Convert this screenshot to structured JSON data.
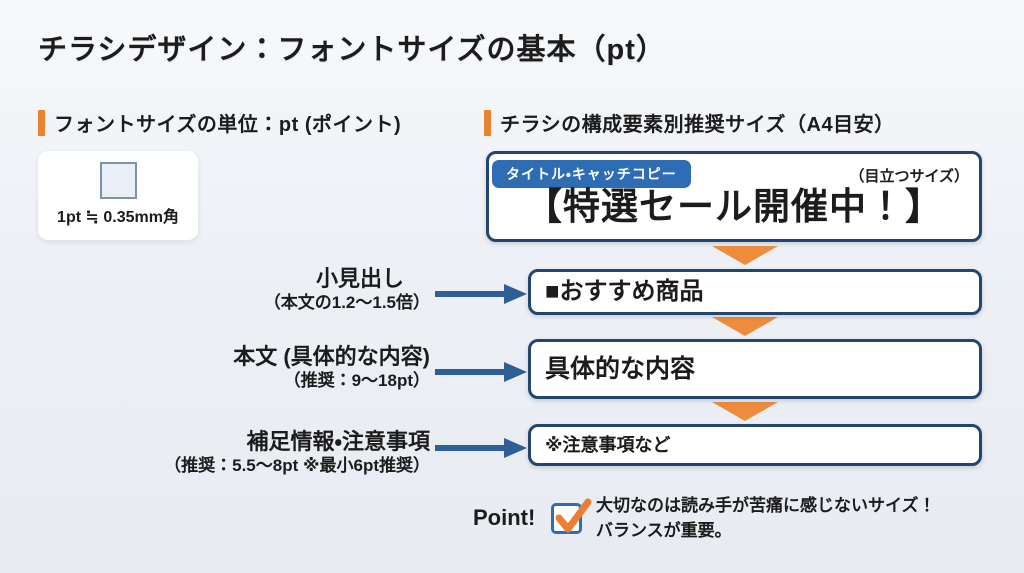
{
  "page": {
    "title": "チラシデザイン：フォントサイズの基本（pt）"
  },
  "left_section": {
    "heading": "フォントサイズの単位：pt (ポイント)",
    "pt_card": {
      "caption": "1pt ≒ 0.35mm角"
    }
  },
  "right_section": {
    "heading": "チラシの構成要素別推奨サイズ（A4目安）",
    "title_box": {
      "badge": "タイトル・キャッチコピー",
      "note": "（目立つサイズ）",
      "sample": "【特選セール開催中！】"
    },
    "rows": [
      {
        "label": "小見出し",
        "sublabel": "（本文の1.2～1.5倍）",
        "box": "■おすすめ商品"
      },
      {
        "label": "本文 (具体的な内容)",
        "sublabel": "（推奨：9～18pt）",
        "box": "具体的な内容"
      },
      {
        "label": "補足情報・注意事項",
        "sublabel": "（推奨：5.5～8pt ※最小6pt推奨）",
        "box": "※注意事項など"
      }
    ],
    "point": {
      "label": "Point!",
      "line1": "大切なのは読み手が苦痛に感じないサイズ！",
      "line2": "バランスが重要。"
    }
  },
  "icons": {
    "accent_bar": "orange-vertical-bar",
    "down_arrow": "orange-down-triangle",
    "right_arrow": "blue-right-arrow",
    "checkbox": "orange-check-in-blue-box",
    "pt_square": "1pt-square-sample"
  },
  "colors": {
    "accent_orange": "#E8842F",
    "tri_orange": "#ED8C3C",
    "box_border": "#24456D",
    "badge_blue": "#2E6DB4",
    "arrow_blue": "#2E5F96",
    "text_dark": "#1C1C1C",
    "background": "#ECEFF5"
  }
}
